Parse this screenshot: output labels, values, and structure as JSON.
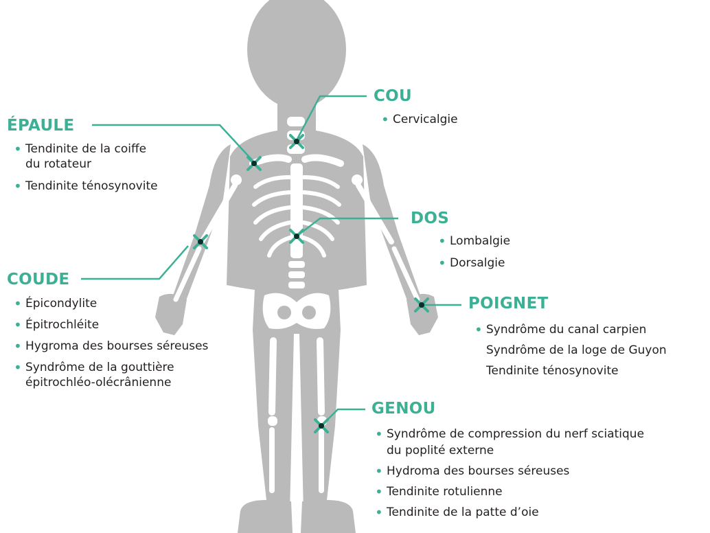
{
  "colors": {
    "accent": "#3cb095",
    "body": "#bababa",
    "bone": "#ffffff",
    "marker_dot": "#0c2f2a"
  },
  "regions": {
    "epaule": {
      "title": "ÉPAULE",
      "items": [
        "Tendinite de la coiffe",
        "du rotateur",
        "Tendinite ténosynovite"
      ]
    },
    "cou": {
      "title": "COU",
      "items": [
        "Cervicalgie"
      ]
    },
    "dos": {
      "title": "DOS",
      "items": [
        "Lombalgie",
        "Dorsalgie"
      ]
    },
    "coude": {
      "title": "COUDE",
      "items": [
        "Épicondylite",
        "Épitrochléite",
        "Hygroma des bourses séreuses",
        "Syndrôme de la gouttière",
        "épitrochléo-olécrânienne"
      ]
    },
    "poignet": {
      "title": "POIGNET",
      "items": [
        "Syndrôme du canal carpien",
        "Syndrôme de la loge de Guyon",
        "Tendinite ténosynovite"
      ]
    },
    "genou": {
      "title": "GENOU",
      "items": [
        "Syndrôme de compression du nerf sciatique",
        "du poplité externe",
        "Hydroma des bourses séreuses",
        "Tendinite rotulienne",
        "Tendinite de la patte d’oie"
      ]
    }
  }
}
